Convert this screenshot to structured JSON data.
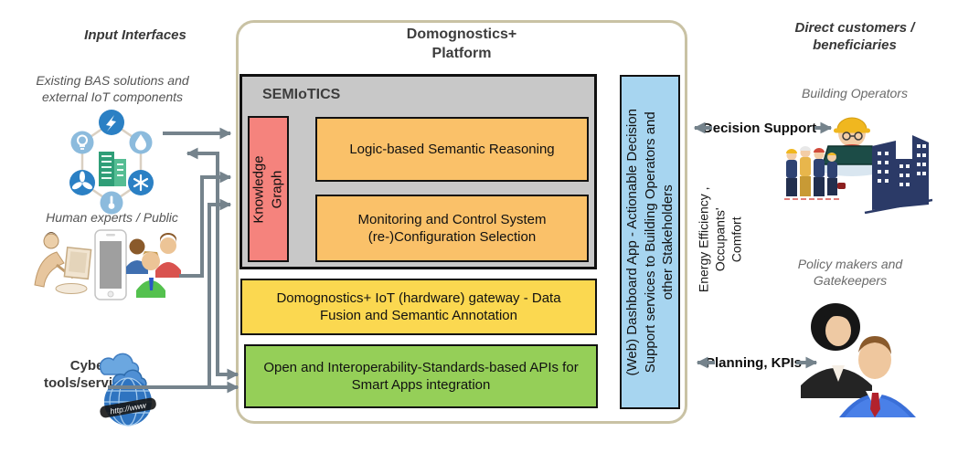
{
  "left_column": {
    "input_interfaces_label": "Input Interfaces",
    "existing_bas_lines": [
      "Existing BAS solutions and",
      "external IoT components"
    ],
    "human_experts_label": "Human experts / Public",
    "cyber_lines": [
      "Cyber",
      "tools/services"
    ],
    "globe_text": "http://www"
  },
  "platform": {
    "title_lines": [
      "Domognostics+",
      "Platform"
    ],
    "semiotics_label": "SEMIoTICS",
    "knowledge_graph_lines": [
      "Knowledge",
      "Graph"
    ],
    "logic_reasoning_label": "Logic-based Semantic Reasoning",
    "monitoring_label": "Monitoring and Control System (re-)Configuration Selection",
    "gateway_label": "Domognostics+ IoT (hardware) gateway - Data Fusion and Semantic Annotation",
    "apis_label": "Open and Interoperability-Standards-based APIs for Smart Apps integration",
    "dashboard_lines": [
      "(Web) Dashboard App - Actionable Decision",
      "Support services to Building Operators and",
      "other Stakeholders"
    ]
  },
  "outputs": {
    "lines": [
      "Energy Efficiency ,",
      "Occupants'",
      "Comfort"
    ]
  },
  "right_column": {
    "direct_customers_lines": [
      "Direct customers /",
      "beneficiaries"
    ],
    "building_operators_label": "Building Operators",
    "decision_support_label": "Decision Support",
    "policy_makers_lines": [
      "Policy makers and",
      "Gatekeepers"
    ],
    "planning_label": "Planning, KPIs"
  },
  "icons": {
    "lightning-icon": "electric power node",
    "water-drop-icon": "water node",
    "snowflake-icon": "cooling node",
    "fan-icon": "ventilation node",
    "thermometer-icon": "temperature node",
    "lamp-icon": "lighting node",
    "building-icon": "smart building",
    "person-computer-icon": "expert at workstation",
    "smartphone-icon": "mobile device",
    "people-group-icon": "public users",
    "cloud-icon": "cyber cloud services",
    "globe-icon": "web globe",
    "builder-laptop-icon": "building operator with hard hat and laptop",
    "workers-group-icon": "construction crew",
    "city-buildings-icon": "buildings skyline",
    "business-people-icon": "policy makers"
  },
  "colors": {
    "semiotics_bg": "#c8c8c8",
    "knowledge_graph_bg": "#f5837d",
    "reasoning_bg": "#fac169",
    "gateway_bg": "#fbd850",
    "apis_bg": "#95cf58",
    "dashboard_bg": "#a7d5f0",
    "connector_gray": "#75838c",
    "platform_border_tan": "#c9c2a4"
  }
}
